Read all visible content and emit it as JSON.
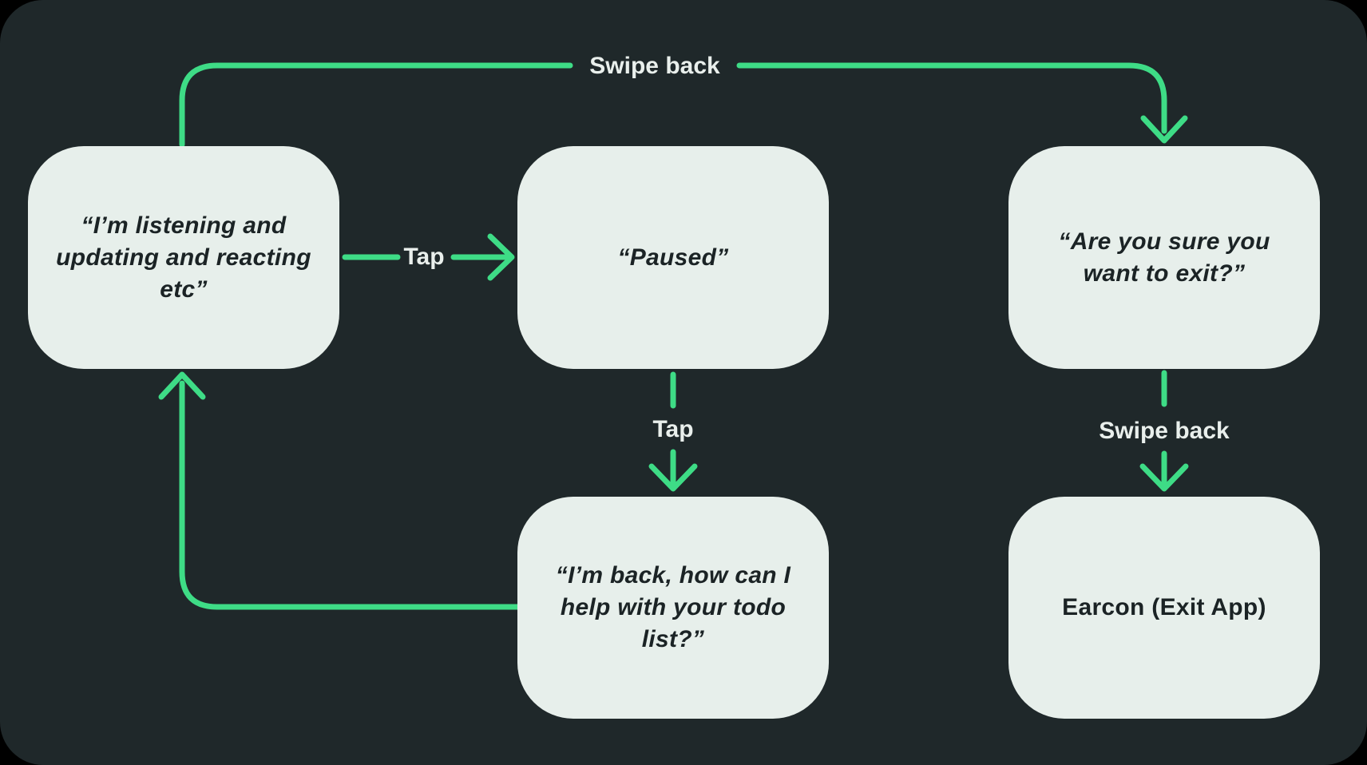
{
  "diagram": {
    "type": "flowchart",
    "colors": {
      "page_background": "#000000",
      "panel_background": "#1f282a",
      "node_background": "#e7efeb",
      "arrow_green": "#3edc86",
      "node_text": "#1b2325",
      "label_text": "#e9efec"
    },
    "nodes": [
      {
        "id": "listening",
        "text": "“I’m listening and\nupdating and reacting\netc”",
        "style": "bold-italic"
      },
      {
        "id": "paused",
        "text": "“Paused”",
        "style": "bold-italic"
      },
      {
        "id": "exit-confirm",
        "text": "“Are you sure you\nwant to exit?”",
        "style": "bold-italic"
      },
      {
        "id": "back",
        "text": "“I’m back, how can I\nhelp with your todo\nlist?”",
        "style": "bold-italic"
      },
      {
        "id": "earcon",
        "text": "Earcon (Exit App)",
        "style": "bold"
      }
    ],
    "edges": [
      {
        "from": "listening",
        "to": "paused",
        "label": "Tap",
        "route": "horizontal-right"
      },
      {
        "from": "paused",
        "to": "back",
        "label": "Tap",
        "route": "vertical-down"
      },
      {
        "from": "back",
        "to": "listening",
        "label": "",
        "route": "left-then-up-loop"
      },
      {
        "from": "listening",
        "to": "exit-confirm",
        "label": "Swipe back",
        "route": "up-then-right-then-down"
      },
      {
        "from": "exit-confirm",
        "to": "earcon",
        "label": "Swipe back",
        "route": "vertical-down"
      }
    ]
  }
}
